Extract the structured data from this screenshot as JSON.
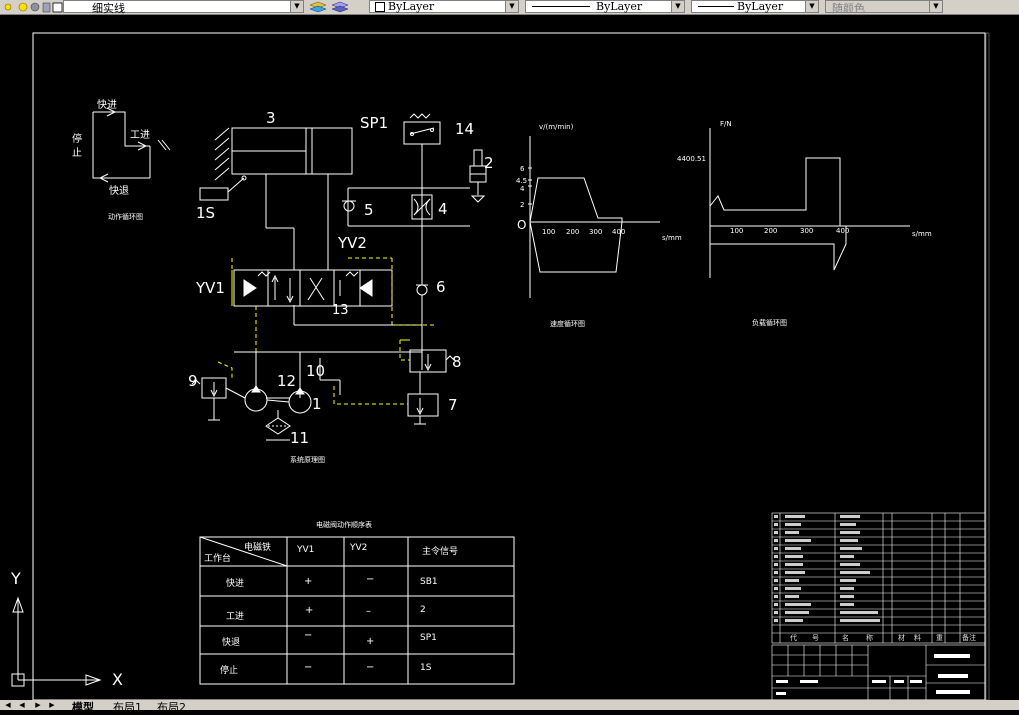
{
  "toolbar": {
    "linetype_name": "细实线",
    "layer_color_combo": "ByLayer",
    "linetype_combo": "ByLayer",
    "lineweight_combo": "ByLayer",
    "plotstyle_combo": "随颜色"
  },
  "tabs": [
    "模型",
    "布局1",
    "布局2"
  ],
  "ucs": {
    "x": "X",
    "y": "Y"
  },
  "drawing": {
    "action_cycle": {
      "fast_forward": "快进",
      "work_feed": "工进",
      "stop": "停止",
      "fast_return": "快退",
      "caption": "动作循环图"
    },
    "hydraulic": {
      "labels": {
        "n1": "1",
        "n2": "2",
        "n3": "3",
        "n4": "4",
        "n5": "5",
        "n6": "6",
        "n7": "7",
        "n8": "8",
        "n9": "9",
        "n10": "10",
        "n11": "11",
        "n12": "12",
        "n13": "13",
        "n14": "14",
        "sp1": "SP1",
        "s1": "1S",
        "yv1": "YV1",
        "yv2": "YV2"
      },
      "caption": "系统原理图"
    },
    "velocity_chart": {
      "ylabel": "v/(m/min)",
      "xlabel": "s/mm",
      "origin": "O",
      "yticks": [
        "6",
        "4.5",
        "4",
        "2"
      ],
      "xticks": [
        "100",
        "200",
        "300",
        "400"
      ],
      "caption": "速度循环图"
    },
    "load_chart": {
      "ylabel": "F/N",
      "xlabel": "s/mm",
      "peak_label": "4400.51",
      "xticks": [
        "100",
        "200",
        "300",
        "400"
      ],
      "caption": "负载循环图"
    },
    "solenoid_table": {
      "title": "电磁阀动作顺序表",
      "header_diag_top": "电磁铁",
      "header_diag_bottom": "工作台",
      "columns": [
        "YV1",
        "YV2",
        "主令信号"
      ],
      "rows": [
        {
          "step": "快进",
          "yv1": "+",
          "yv2": "−",
          "signal": "SB1"
        },
        {
          "step": "工进",
          "yv1": "+",
          "yv2": "–",
          "signal": "2"
        },
        {
          "step": "快退",
          "yv1": "−",
          "yv2": "+",
          "signal": "SP1"
        },
        {
          "step": "停止",
          "yv1": "−",
          "yv2": "−",
          "signal": "1S"
        }
      ]
    },
    "title_block": {
      "parts_headers": [
        "代",
        "号",
        "名",
        "称",
        "材",
        "料",
        "重",
        "备注"
      ]
    }
  }
}
